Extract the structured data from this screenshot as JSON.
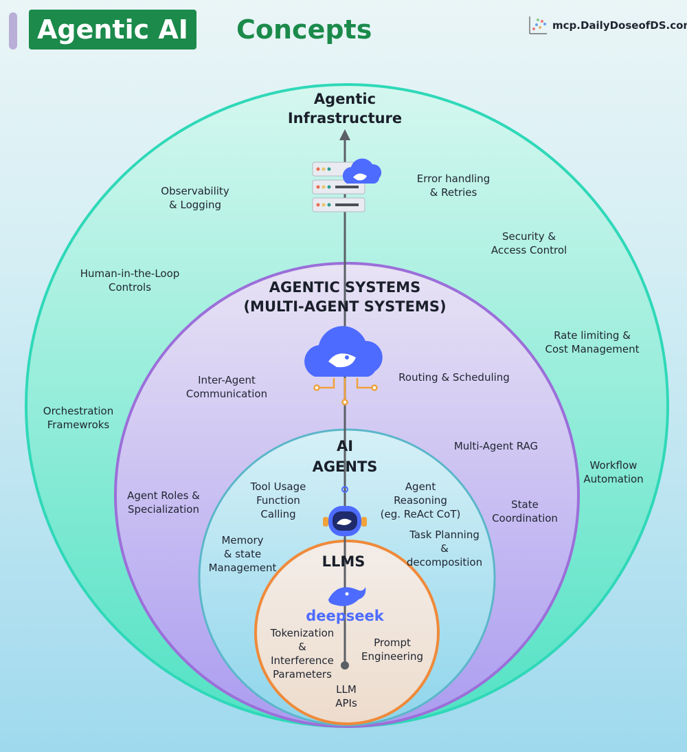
{
  "header": {
    "title_part1": "Agentic AI",
    "title_part2": "Concepts",
    "brand": "mcp.DailyDoseofDS.com"
  },
  "colors": {
    "title_green": "#1b8a4a",
    "infra_ring": "#2fd8b8",
    "systems_ring": "#9b6fd9",
    "agents_ring": "#5bb6c9",
    "llm_ring": "#ef8a3a",
    "deepseek_blue": "#4d6bfe"
  },
  "layers": {
    "infrastructure": {
      "title_line1": "Agentic",
      "title_line2": "Infrastructure",
      "items": {
        "observability": [
          "Observability",
          "& Logging"
        ],
        "error_handling": [
          "Error handling",
          "& Retries"
        ],
        "security": [
          "Security &",
          "Access Control"
        ],
        "human_loop": [
          "Human-in-the-Loop",
          "Controls"
        ],
        "rate_limiting": [
          "Rate limiting &",
          "Cost Management"
        ],
        "orchestration": [
          "Orchestration",
          "Framewroks"
        ],
        "workflow": [
          "Workflow",
          "Automation"
        ]
      }
    },
    "systems": {
      "title_line1": "AGENTIC SYSTEMS",
      "title_line2": "(MULTI-AGENT SYSTEMS)",
      "items": {
        "inter_agent": [
          "Inter-Agent",
          "Communication"
        ],
        "routing": [
          "Routing & Scheduling"
        ],
        "multi_rag": [
          "Multi-Agent RAG"
        ],
        "roles": [
          "Agent Roles &",
          "Specialization"
        ],
        "state_coord": [
          "State",
          "Coordination"
        ]
      }
    },
    "agents": {
      "title_line1": "AI",
      "title_line2": "AGENTS",
      "items": {
        "tool_usage": [
          "Tool Usage",
          "Function",
          "Calling"
        ],
        "reasoning": [
          "Agent",
          "Reasoning",
          "(eg. ReAct CoT)"
        ],
        "memory": [
          "Memory",
          "& state",
          "Management"
        ],
        "planning": [
          "Task Planning",
          "&",
          "decomposition"
        ]
      }
    },
    "llms": {
      "title": "LLMS",
      "logo_text": "deepseek",
      "items": {
        "tokenization": [
          "Tokenization",
          "&",
          "Interference",
          "Parameters"
        ],
        "prompt": [
          "Prompt",
          "Engineering"
        ],
        "apis": [
          "LLM",
          "APIs"
        ]
      }
    }
  }
}
